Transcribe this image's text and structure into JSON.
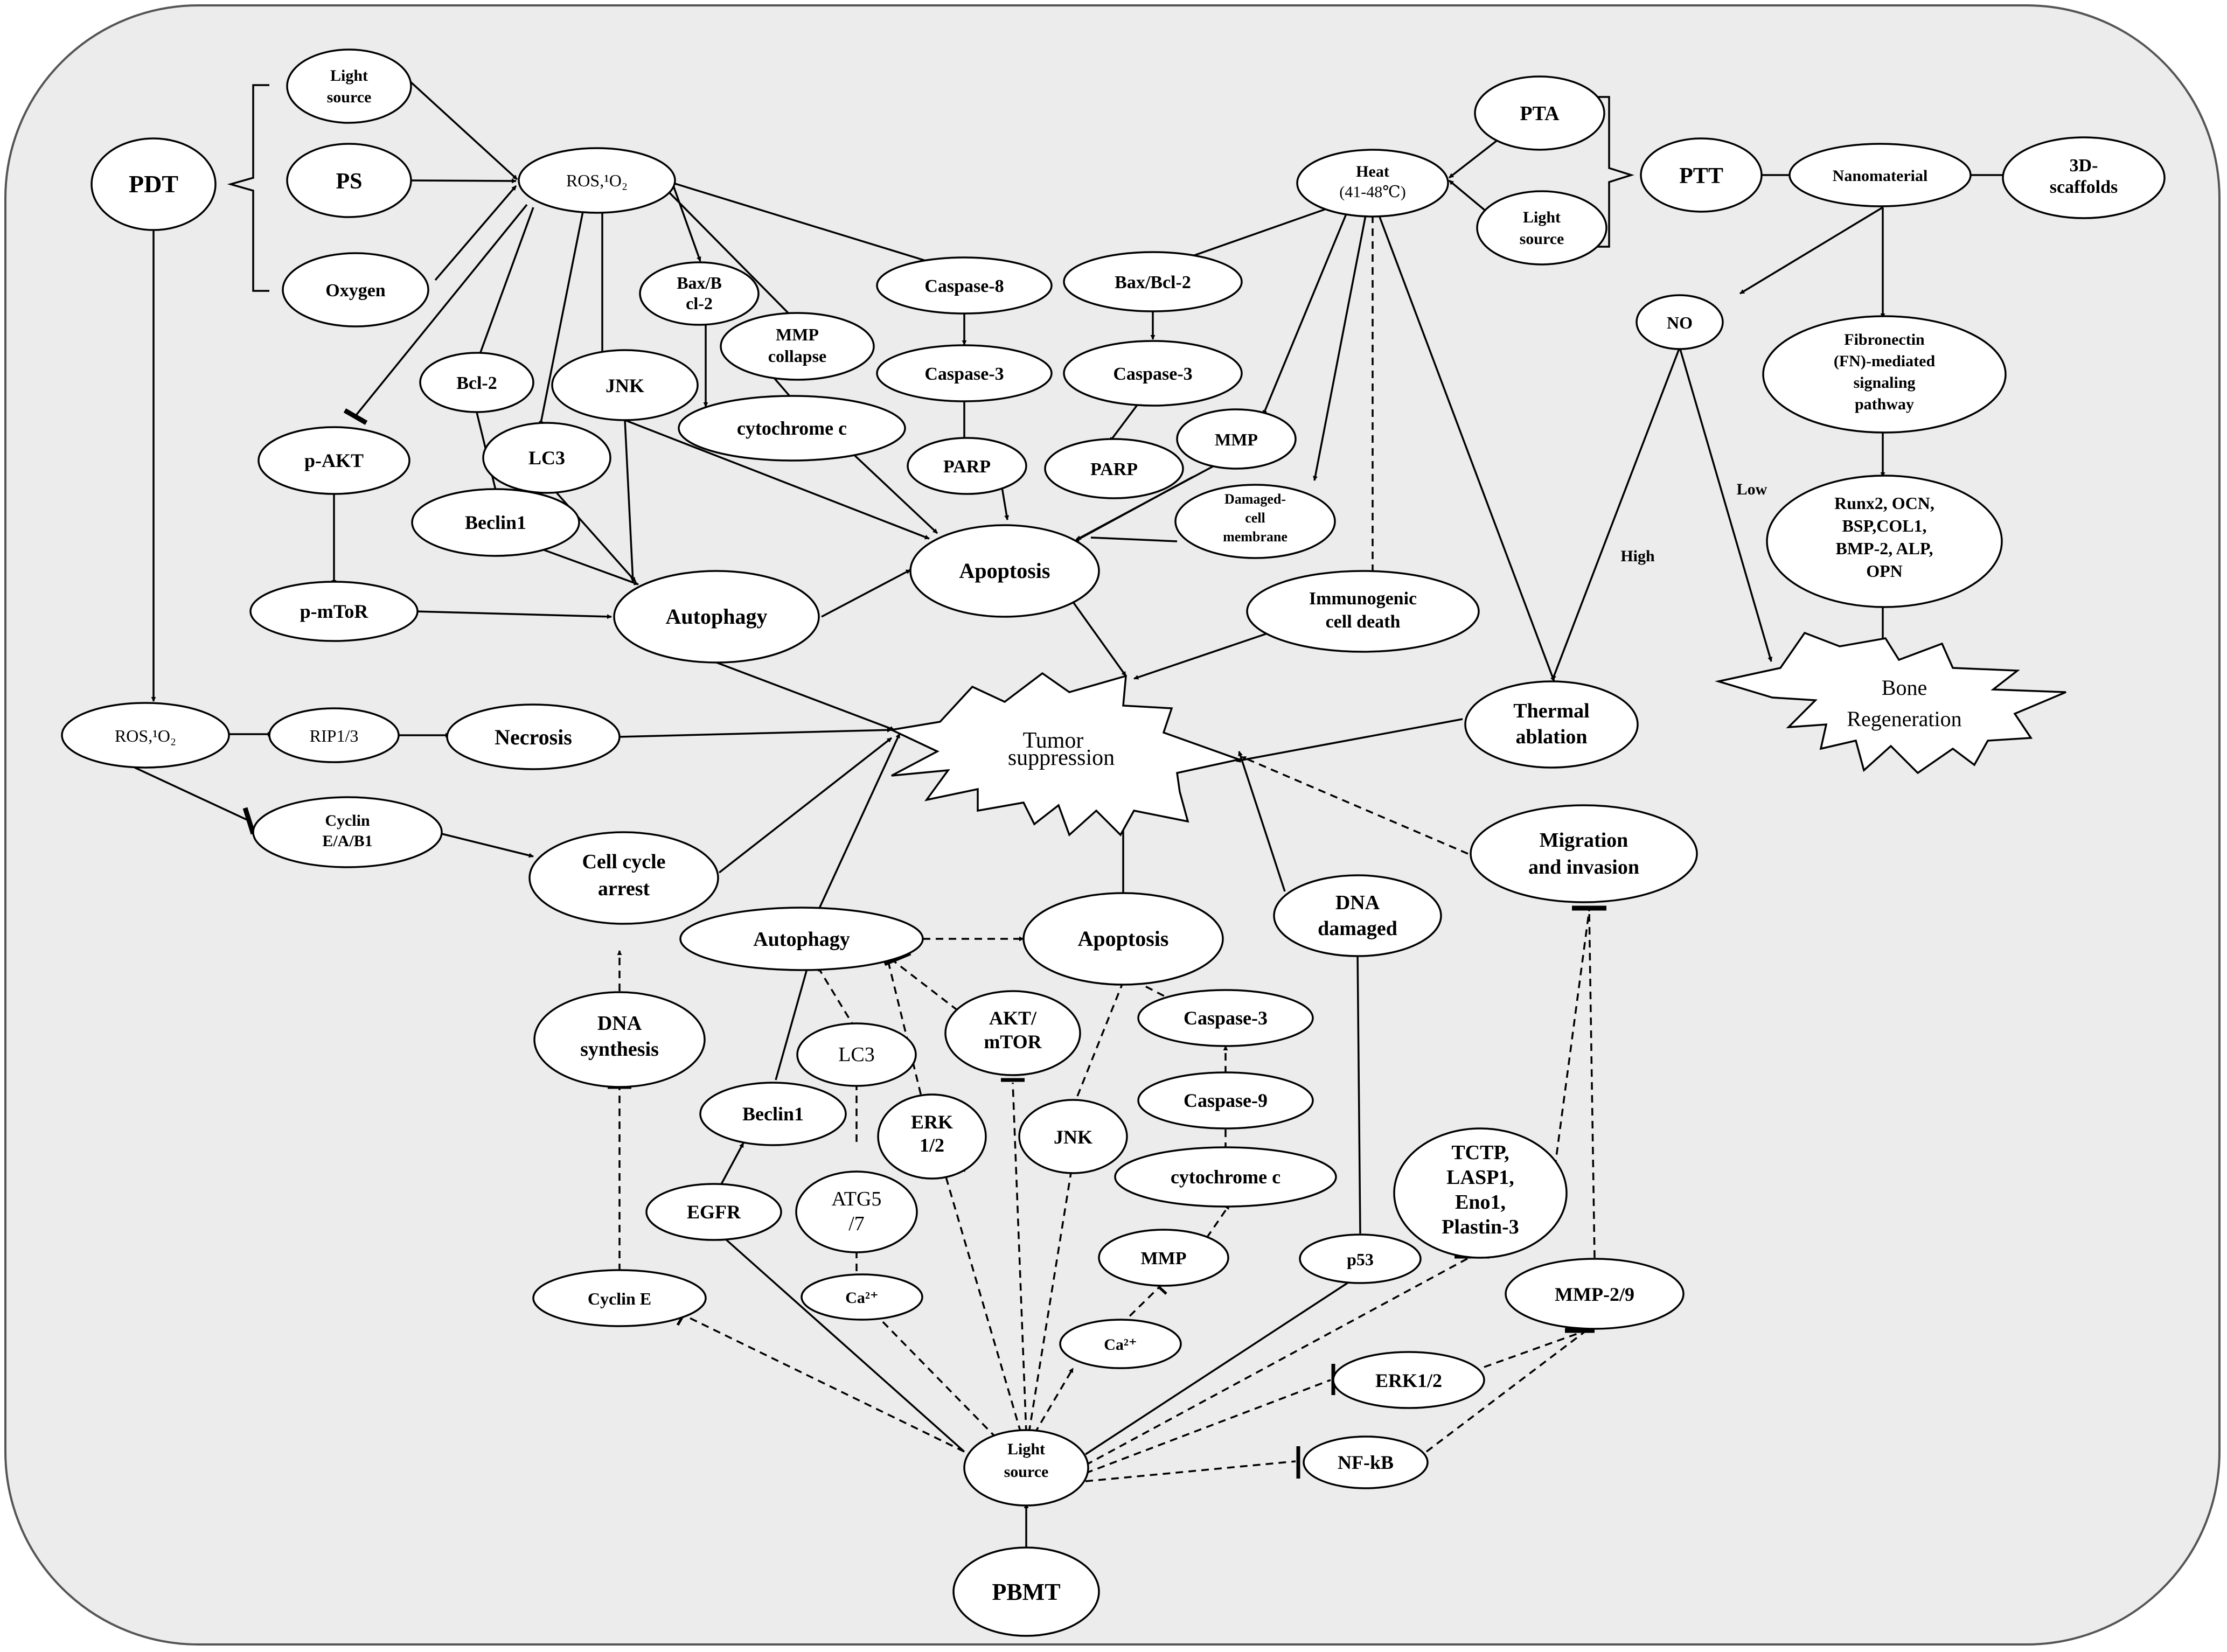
{
  "nodes": {
    "pdt": "PDT",
    "light_source_pdt_1": "Light",
    "light_source_pdt_2": "source",
    "ps": "PS",
    "oxygen": "Oxygen",
    "ros_top": "ROS,¹O₂",
    "bax_bcl2_pdt_1": "Bax/B",
    "bax_bcl2_pdt_2": "cl-2",
    "mmp_collapse_1": "MMP",
    "mmp_collapse_2": "collapse",
    "caspase8": "Caspase-8",
    "caspase3_pdt": "Caspase-3",
    "parp_pdt": "PARP",
    "cytochrome_c_pdt": "cytochrome c",
    "bcl2": "Bcl-2",
    "jnk_pdt": "JNK",
    "lc3_pdt": "LC3",
    "p_akt": "p-AKT",
    "beclin1_pdt": "Beclin1",
    "p_mtor": "p-mToR",
    "autophagy_top": "Autophagy",
    "apoptosis_top": "Apoptosis",
    "heat_1": "Heat",
    "heat_2": "(41-48℃)",
    "pta": "PTA",
    "light_source_ptt_1": "Light",
    "light_source_ptt_2": "source",
    "ptt": "PTT",
    "nanomaterial": "Nanomaterial",
    "scaffolds_1": "3D-",
    "scaffolds_2": "scaffolds",
    "bax_bcl2_ptt": "Bax/Bcl-2",
    "caspase3_ptt": "Caspase-3",
    "parp_ptt": "PARP",
    "mmp_ptt": "MMP",
    "damaged_membrane_1": "Damaged-",
    "damaged_membrane_2": "cell",
    "damaged_membrane_3": "membrane",
    "immunogenic_1": "Immunogenic",
    "immunogenic_2": "cell death",
    "no": "NO",
    "fibronectin_1": "Fibronectin",
    "fibronectin_2": "(FN)-mediated",
    "fibronectin_3": "signaling",
    "fibronectin_4": "pathway",
    "runx2_1": "Runx2, OCN,",
    "runx2_2": "BSP,COL1,",
    "runx2_3": "BMP-2, ALP,",
    "runx2_4": "OPN",
    "bone_regen_1": "Bone",
    "bone_regen_2": "Regeneration",
    "thermal_ablation_1": "Thermal",
    "thermal_ablation_2": "ablation",
    "ros_left": "ROS,¹O₂",
    "rip13": "RIP1/3",
    "necrosis": "Necrosis",
    "tumor_1": "Tumor",
    "tumor_2": "suppression",
    "cyclin_eab1_1": "Cyclin",
    "cyclin_eab1_2": "E/A/B1",
    "cell_cycle_1": "Cell cycle",
    "cell_cycle_2": "arrest",
    "migration_1": "Migration",
    "migration_2": "and invasion",
    "dna_damaged_1": "DNA",
    "dna_damaged_2": "damaged",
    "autophagy_bottom": "Autophagy",
    "apoptosis_bottom": "Apoptosis",
    "dna_synthesis_1": "DNA",
    "dna_synthesis_2": "synthesis",
    "lc3_pbmt": "LC3",
    "akt_mtor_1": "AKT/",
    "akt_mtor_2": "mTOR",
    "caspase3_pbmt": "Caspase-3",
    "beclin1_pbmt": "Beclin1",
    "erk12_a_1": "ERK",
    "erk12_a_2": "1/2",
    "jnk_pbmt": "JNK",
    "caspase9": "Caspase-9",
    "tctp_1": "TCTP,",
    "tctp_2": "LASP1,",
    "tctp_3": "Eno1,",
    "tctp_4": "Plastin-3",
    "atg57_1": "ATG5",
    "atg57_2": "/7",
    "egfr": "EGFR",
    "cytochrome_c_pbmt": "cytochrome c",
    "mmp_pbmt": "MMP",
    "p53": "p53",
    "mmp29": "MMP-2/9",
    "cyclin_e": "Cyclin E",
    "ca_a": "Ca²⁺",
    "ca_b": "Ca²⁺",
    "erk12_b": "ERK1/2",
    "light_source_pbmt_1": "Light",
    "light_source_pbmt_2": "source",
    "nfkb": "NF-kB",
    "pbmt": "PBMT"
  },
  "edge_labels": {
    "low": "Low",
    "high": "High"
  }
}
